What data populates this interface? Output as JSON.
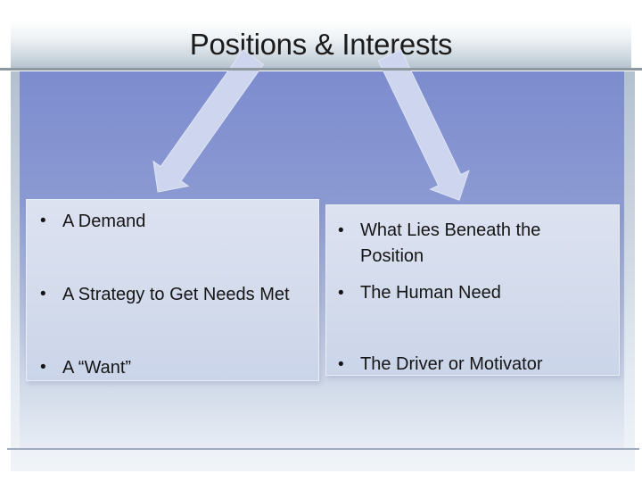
{
  "slide": {
    "title": "Positions & Interests",
    "bullet_glyph": "•",
    "positions_box": {
      "items": [
        "A Demand",
        "A Strategy to Get Needs Met",
        "A “Want”"
      ]
    },
    "interests_box": {
      "items": [
        "What Lies Beneath the Position",
        "The Human Need",
        "The Driver or Motivator"
      ]
    },
    "icons": {
      "left_arrow": "down-left-arrow",
      "right_arrow": "down-right-arrow"
    },
    "colors": {
      "panel_blue_top": "#7c8cce",
      "panel_fade_bottom": "#e8edf5",
      "box_fill": "#d7deef",
      "arrow_fill": "#cdd6ee",
      "banner_gradient_bottom": "#b4c2cd",
      "title_rule_gray": "#8e989f",
      "footer_rule": "#9fabbf",
      "title_text": "#1b1b1b",
      "body_text": "#151515"
    }
  }
}
